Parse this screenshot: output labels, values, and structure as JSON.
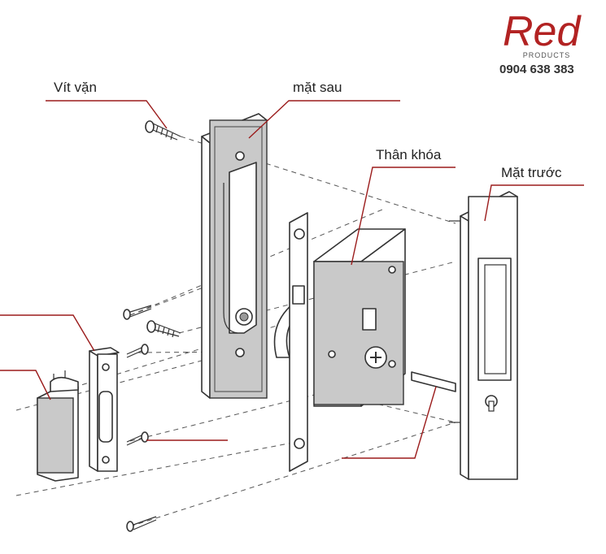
{
  "brand": {
    "logo_text": "Red",
    "tagline": "PRODUCTS",
    "phone": "0904 638 383",
    "color": "#b22222"
  },
  "labels": {
    "screw": "Vít vặn",
    "back_plate": "mặt sau",
    "lock_body": "Thân khóa",
    "front_plate": "Mặt trước"
  },
  "colors": {
    "leader": "#9b1c1c",
    "plate_fill": "#c9c9c9",
    "outline": "#333333"
  }
}
